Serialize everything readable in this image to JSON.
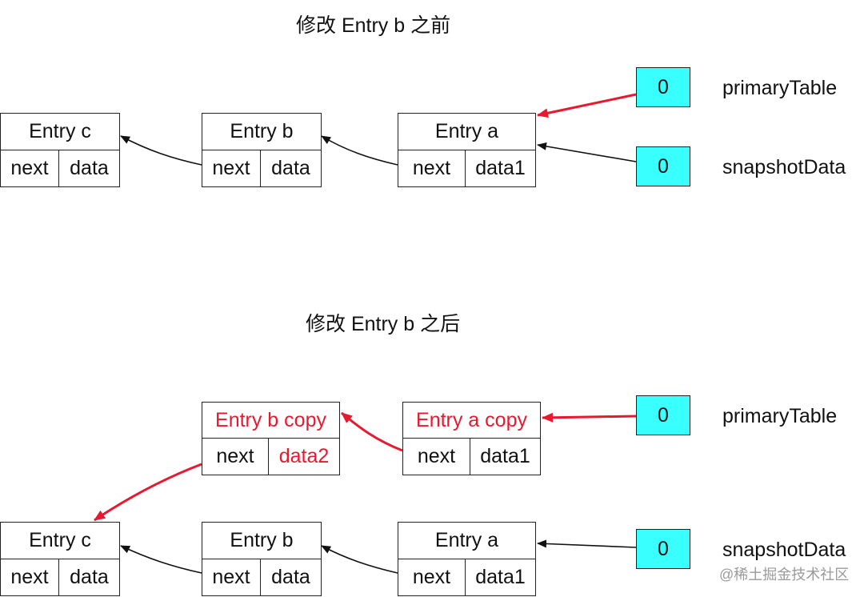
{
  "top": {
    "title": "修改 Entry b 之前",
    "entry_c": {
      "name": "Entry c",
      "next": "next",
      "data": "data"
    },
    "entry_b": {
      "name": "Entry b",
      "next": "next",
      "data": "data"
    },
    "entry_a": {
      "name": "Entry a",
      "next": "next",
      "data": "data1"
    },
    "primary": {
      "value": "0",
      "label": "primaryTable"
    },
    "snapshot": {
      "value": "0",
      "label": "snapshotData"
    }
  },
  "bottom": {
    "title": "修改 Entry b 之后",
    "entry_b_copy": {
      "name": "Entry b copy",
      "next": "next",
      "data": "data2"
    },
    "entry_a_copy": {
      "name": "Entry a copy",
      "next": "next",
      "data": "data1"
    },
    "entry_c": {
      "name": "Entry c",
      "next": "next",
      "data": "data"
    },
    "entry_b": {
      "name": "Entry b",
      "next": "next",
      "data": "data"
    },
    "entry_a": {
      "name": "Entry a",
      "next": "next",
      "data": "data1"
    },
    "primary": {
      "value": "0",
      "label": "primaryTable"
    },
    "snapshot": {
      "value": "0",
      "label": "snapshotData"
    }
  },
  "watermark": "@稀土掘金技术社区",
  "colors": {
    "pointer_fill": "#39ffff",
    "highlight": "#e8192f",
    "line": "#111111"
  }
}
